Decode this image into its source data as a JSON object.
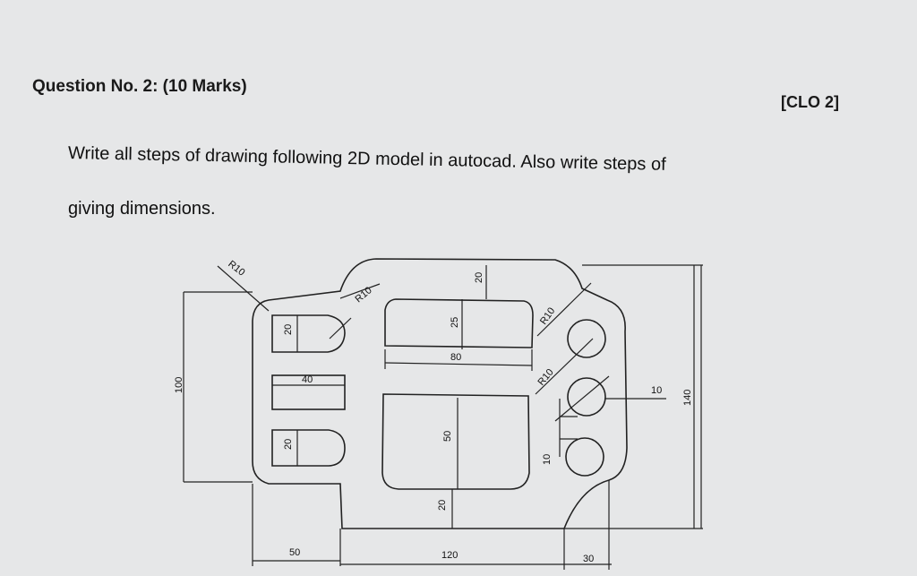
{
  "question": {
    "title": "Question No. 2: (10 Marks)",
    "clo": "[CLO 2]",
    "line1": "Write all steps of drawing following 2D model in autocad. Also write steps of",
    "line2": "giving dimensions."
  },
  "drawing": {
    "dimensions": {
      "r10_top_left": "R10",
      "r10_top_mid": "R10",
      "r10_right_upper": "R10",
      "r10_right_lower": "R10",
      "dim_20_top": "20",
      "dim_25": "25",
      "dim_80": "80",
      "dim_20_slot_upper": "20",
      "dim_40": "40",
      "dim_20_slot_lower": "20",
      "dim_50_vertical": "50",
      "dim_20_bottom": "20",
      "dim_10_spacing": "10",
      "dim_10_offset": "10",
      "dim_100": "100",
      "dim_140": "140",
      "dim_50_bottom": "50",
      "dim_120": "120",
      "dim_30": "30"
    }
  }
}
